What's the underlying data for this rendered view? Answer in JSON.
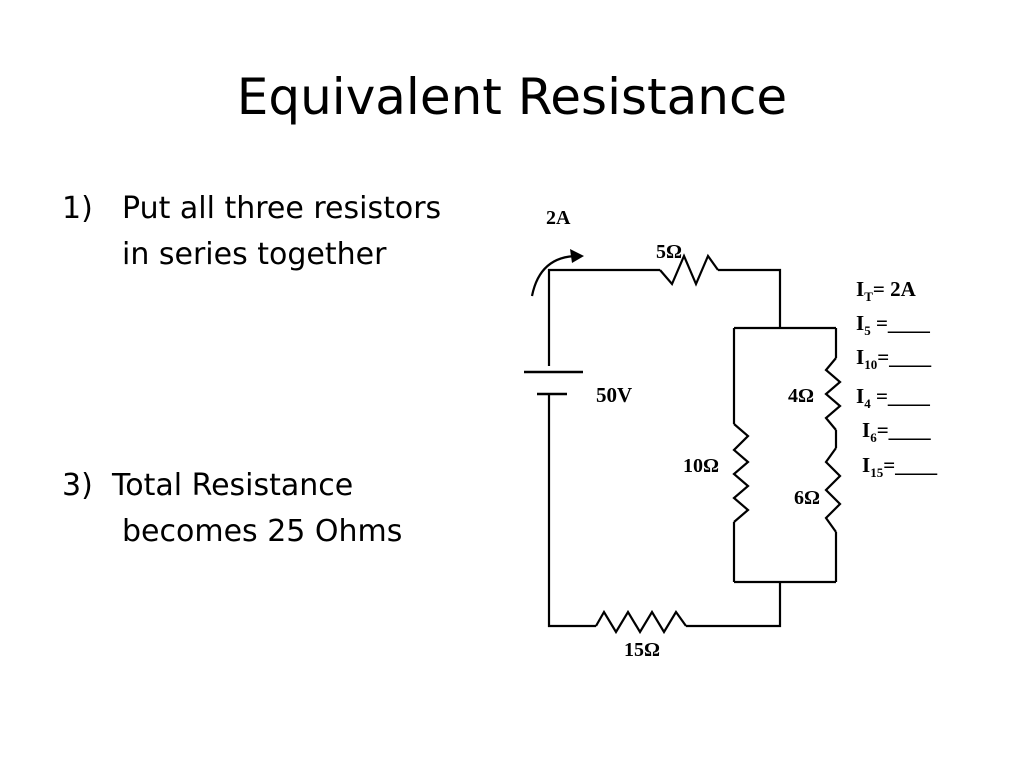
{
  "slide": {
    "title": "Equivalent Resistance",
    "items": [
      {
        "number": "1)",
        "lines": [
          "Put all three resistors",
          "in series together"
        ]
      },
      {
        "number": "3)",
        "lines": [
          "Total Resistance",
          "becomes 25 Ohms"
        ]
      }
    ]
  },
  "circuit": {
    "current_label": "2A",
    "battery_label": "50V",
    "resistors": {
      "r5": "5Ω",
      "r4": "4Ω",
      "r10": "10Ω",
      "r6": "6Ω",
      "r15": "15Ω"
    },
    "currents": [
      {
        "symbol": "I",
        "sub": "T",
        "rest": "=  2A"
      },
      {
        "symbol": "I",
        "sub": "5",
        "rest": " =____"
      },
      {
        "symbol": "I",
        "sub": "10",
        "rest": "=____"
      },
      {
        "symbol": "I",
        "sub": "4",
        "rest": " =____"
      },
      {
        "symbol": "I",
        "sub": "6",
        "rest": "=____"
      },
      {
        "symbol": "I",
        "sub": "15",
        "rest": "=____"
      }
    ]
  }
}
